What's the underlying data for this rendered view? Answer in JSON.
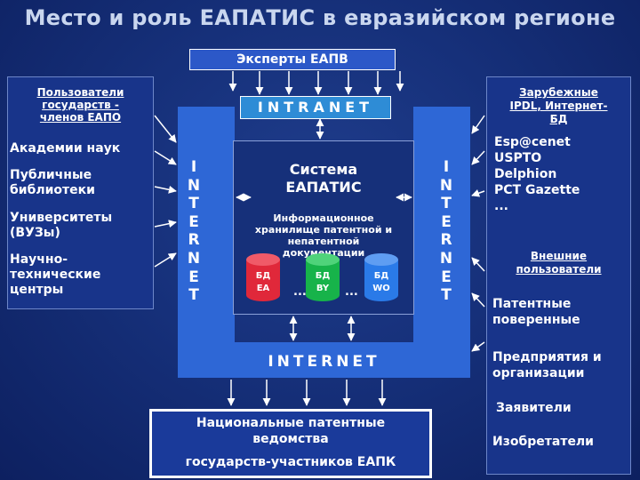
{
  "title": "Место и роль ЕАПАТИС в евразийском регионе",
  "experts": "Эксперты ЕАПВ",
  "intranet": "INTRANET",
  "internet": "INTERNET",
  "vertical_word": [
    "I",
    "N",
    "T",
    "E",
    "R",
    "N",
    "E",
    "T"
  ],
  "left_panel": {
    "header_lines": [
      "Пользователи",
      "государств -",
      "членов ЕАПО"
    ],
    "groups": [
      [
        "Академии наук"
      ],
      [
        "Публичные",
        "библиотеки"
      ],
      [
        "Университеты",
        "(ВУЗы)"
      ],
      [
        "Научно-",
        "технические",
        "центры"
      ]
    ]
  },
  "system": {
    "title_lines": [
      "Система",
      "ЕАПАТИС"
    ],
    "storage_lines": [
      "Информационное",
      "хранилище патентной и",
      "непатентной",
      "документации"
    ],
    "databases": [
      {
        "line1": "БД",
        "line2": "ЕА",
        "color": "#e0283a"
      },
      {
        "line1": "БД",
        "line2": "BY",
        "color": "#17b34a"
      },
      {
        "line1": "БД",
        "line2": "WO",
        "color": "#2a7ae8"
      }
    ],
    "ellipsis": "..."
  },
  "right_panel": {
    "foreign_header_lines": [
      "Зарубежные",
      "IPDL, Интернет-",
      "БД"
    ],
    "foreign_items": [
      "Esp@cenet",
      "USPTO",
      "Delphion",
      "PCT Gazette",
      "..."
    ],
    "external_header_lines": [
      "Внешние",
      "пользователи"
    ],
    "external_groups": [
      [
        "Патентные",
        "поверенные"
      ],
      [
        "Предприятия и",
        "организации"
      ],
      [
        "Заявители"
      ],
      [
        "Изобретатели"
      ]
    ]
  },
  "national": {
    "lines": [
      "Национальные патентные",
      "ведомства"
    ],
    "cut_line": "государств-участников ЕАПК"
  },
  "colors": {
    "background": "#16307a",
    "frame": "#2e67d6",
    "intranet_box": "#2e8cd6",
    "arrow": "#ffffff"
  }
}
